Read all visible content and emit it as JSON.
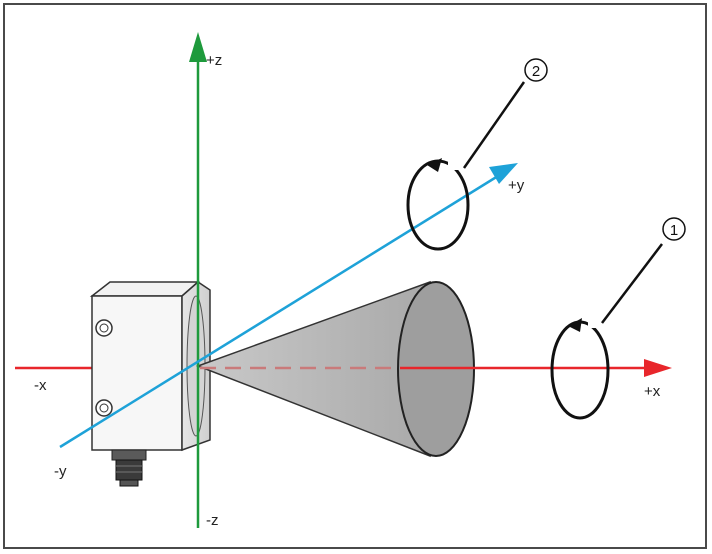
{
  "axes": {
    "pos_z": "+z",
    "neg_z": "-z",
    "pos_x": "+x",
    "neg_x": "-x",
    "pos_y": "+y",
    "neg_y": "-y"
  },
  "callouts": {
    "one": "1",
    "two": "2"
  },
  "colors": {
    "x_axis": "#e8262b",
    "y_axis": "#1ea2d8",
    "z_axis": "#1e9a3c",
    "cone": "#b3b3b3",
    "frame": "#4a4a4a"
  }
}
